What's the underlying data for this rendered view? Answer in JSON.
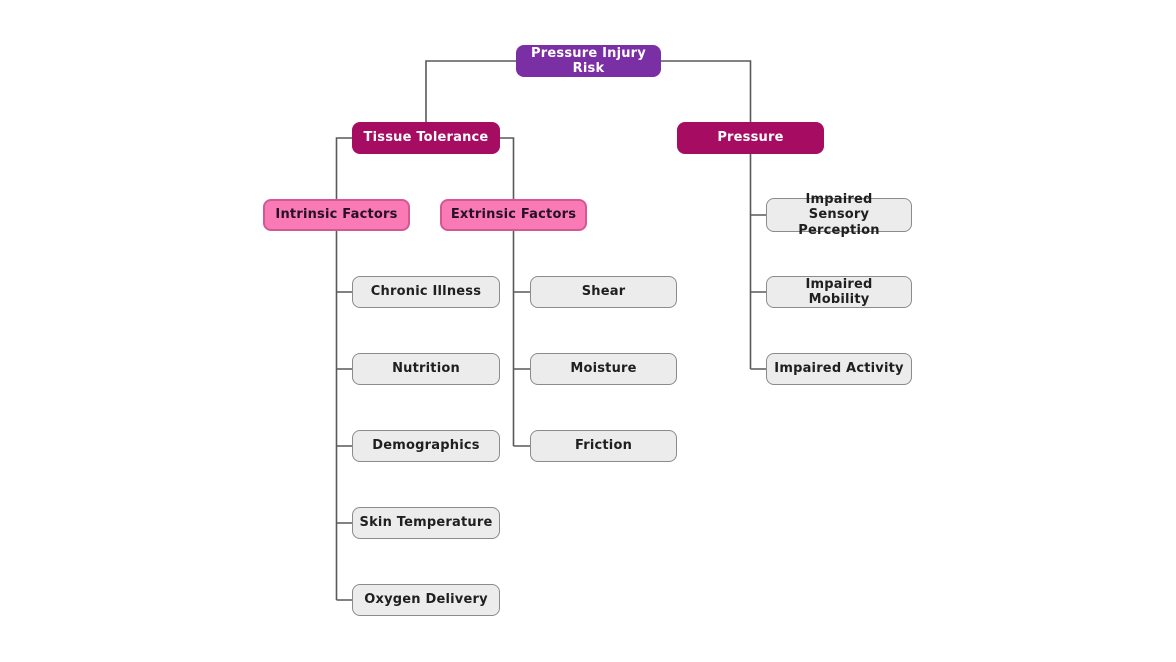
{
  "colors": {
    "background": "#ffffff",
    "root_fill": "#7b2fa5",
    "branch_fill": "#a60d62",
    "factor_fill": "#fa7ab6",
    "factor_border": "#d55792",
    "leaf_fill": "#ececec",
    "leaf_border": "#8b8b8b",
    "connector": "#58595b"
  },
  "nodes": {
    "root": {
      "label": "Pressure Injury Risk"
    },
    "tissue_tolerance": {
      "label": "Tissue Tolerance"
    },
    "pressure": {
      "label": "Pressure"
    },
    "intrinsic": {
      "label": "Intrinsic Factors"
    },
    "extrinsic": {
      "label": "Extrinsic Factors"
    },
    "intrinsic_children": [
      "Chronic Illness",
      "Nutrition",
      "Demographics",
      "Skin Temperature",
      "Oxygen Delivery"
    ],
    "extrinsic_children": [
      "Shear",
      "Moisture",
      "Friction"
    ],
    "pressure_children": [
      "Impaired Sensory Perception",
      "Impaired Mobility",
      "Impaired Activity"
    ]
  }
}
